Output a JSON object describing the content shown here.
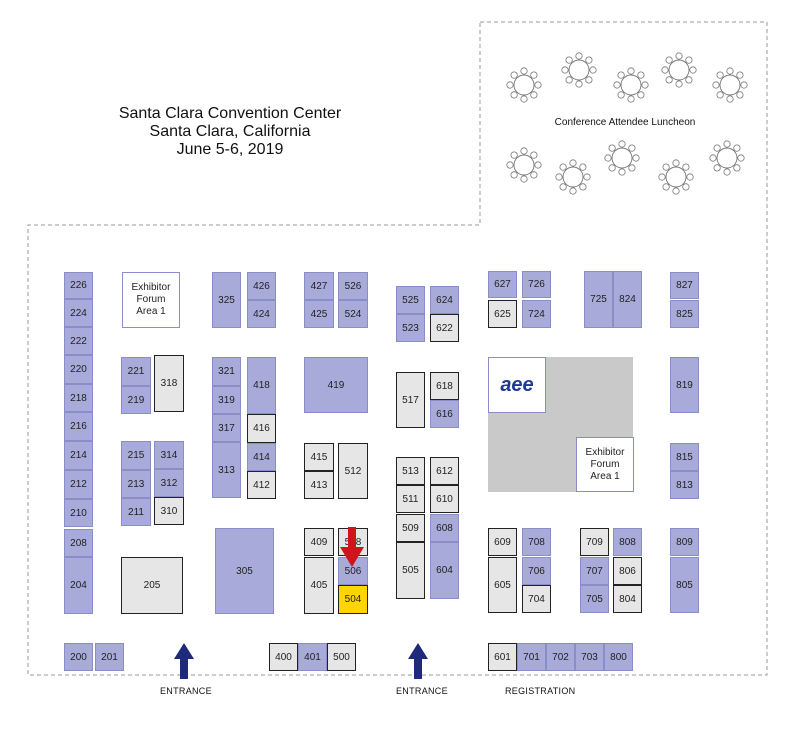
{
  "title": {
    "line1": "Santa Clara Convention Center",
    "line2": "Santa Clara, California",
    "line3": "June 5-6, 2019"
  },
  "labels": {
    "luncheon": "Conference Attendee Luncheon",
    "entrance_left": "ENTRANCE",
    "entrance_right": "ENTRANCE",
    "registration": "REGISTRATION",
    "forum1": "Exhibitor\nForum\nArea 1",
    "forum2": "Exhibitor\nForum\nArea 1",
    "logo": "aee"
  },
  "colors": {
    "booth_purple": "#a8abda",
    "booth_gray": "#e6e6e6",
    "highlight_yellow": "#ffd400",
    "arrow_navy": "#1f2a7a",
    "marker_red": "#d0141b"
  },
  "booths": [
    {
      "id": "226",
      "style": "purple"
    },
    {
      "id": "224",
      "style": "purple"
    },
    {
      "id": "222",
      "style": "purple"
    },
    {
      "id": "220",
      "style": "purple"
    },
    {
      "id": "218",
      "style": "purple"
    },
    {
      "id": "216",
      "style": "purple"
    },
    {
      "id": "214",
      "style": "purple"
    },
    {
      "id": "212",
      "style": "purple"
    },
    {
      "id": "210",
      "style": "purple"
    },
    {
      "id": "208",
      "style": "purple"
    },
    {
      "id": "204",
      "style": "purple"
    },
    {
      "id": "221",
      "style": "purple"
    },
    {
      "id": "219",
      "style": "purple"
    },
    {
      "id": "318",
      "style": "gray"
    },
    {
      "id": "215",
      "style": "purple"
    },
    {
      "id": "213",
      "style": "purple"
    },
    {
      "id": "211",
      "style": "purple"
    },
    {
      "id": "314",
      "style": "purple"
    },
    {
      "id": "312",
      "style": "purple"
    },
    {
      "id": "310",
      "style": "gray"
    },
    {
      "id": "205",
      "style": "gray"
    },
    {
      "id": "325",
      "style": "purple"
    },
    {
      "id": "426",
      "style": "purple"
    },
    {
      "id": "424",
      "style": "purple"
    },
    {
      "id": "321",
      "style": "purple"
    },
    {
      "id": "319",
      "style": "purple"
    },
    {
      "id": "317",
      "style": "purple"
    },
    {
      "id": "313",
      "style": "purple"
    },
    {
      "id": "418",
      "style": "purple"
    },
    {
      "id": "416",
      "style": "gray"
    },
    {
      "id": "414",
      "style": "purple"
    },
    {
      "id": "412",
      "style": "gray"
    },
    {
      "id": "305",
      "style": "purple"
    },
    {
      "id": "427",
      "style": "purple"
    },
    {
      "id": "526",
      "style": "purple"
    },
    {
      "id": "425",
      "style": "purple"
    },
    {
      "id": "524",
      "style": "purple"
    },
    {
      "id": "419",
      "style": "purple"
    },
    {
      "id": "415",
      "style": "gray"
    },
    {
      "id": "413",
      "style": "gray"
    },
    {
      "id": "512",
      "style": "gray"
    },
    {
      "id": "409",
      "style": "gray"
    },
    {
      "id": "508",
      "style": "gray"
    },
    {
      "id": "405",
      "style": "gray"
    },
    {
      "id": "506",
      "style": "purple"
    },
    {
      "id": "504",
      "style": "yellow"
    },
    {
      "id": "525",
      "style": "purple"
    },
    {
      "id": "624",
      "style": "purple"
    },
    {
      "id": "523",
      "style": "purple"
    },
    {
      "id": "622",
      "style": "gray"
    },
    {
      "id": "517",
      "style": "gray"
    },
    {
      "id": "618",
      "style": "gray"
    },
    {
      "id": "616",
      "style": "purple"
    },
    {
      "id": "513",
      "style": "gray"
    },
    {
      "id": "612",
      "style": "gray"
    },
    {
      "id": "511",
      "style": "gray"
    },
    {
      "id": "610",
      "style": "gray"
    },
    {
      "id": "509",
      "style": "gray"
    },
    {
      "id": "608",
      "style": "purple"
    },
    {
      "id": "505",
      "style": "gray"
    },
    {
      "id": "604",
      "style": "purple"
    },
    {
      "id": "627",
      "style": "purple"
    },
    {
      "id": "726",
      "style": "purple"
    },
    {
      "id": "625",
      "style": "gray"
    },
    {
      "id": "724",
      "style": "purple"
    },
    {
      "id": "725",
      "style": "purple"
    },
    {
      "id": "824",
      "style": "purple"
    },
    {
      "id": "827",
      "style": "purple"
    },
    {
      "id": "825",
      "style": "purple"
    },
    {
      "id": "819",
      "style": "purple"
    },
    {
      "id": "815",
      "style": "purple"
    },
    {
      "id": "813",
      "style": "purple"
    },
    {
      "id": "609",
      "style": "gray"
    },
    {
      "id": "708",
      "style": "purple"
    },
    {
      "id": "605",
      "style": "gray"
    },
    {
      "id": "706",
      "style": "purple"
    },
    {
      "id": "704",
      "style": "gray"
    },
    {
      "id": "709",
      "style": "gray"
    },
    {
      "id": "808",
      "style": "purple"
    },
    {
      "id": "707",
      "style": "purple"
    },
    {
      "id": "806",
      "style": "gray"
    },
    {
      "id": "705",
      "style": "purple"
    },
    {
      "id": "804",
      "style": "gray"
    },
    {
      "id": "809",
      "style": "purple"
    },
    {
      "id": "805",
      "style": "purple"
    },
    {
      "id": "200",
      "style": "purple"
    },
    {
      "id": "201",
      "style": "purple"
    },
    {
      "id": "400",
      "style": "gray"
    },
    {
      "id": "401",
      "style": "purple"
    },
    {
      "id": "500",
      "style": "gray"
    },
    {
      "id": "601",
      "style": "gray"
    },
    {
      "id": "701",
      "style": "purple"
    },
    {
      "id": "702",
      "style": "purple"
    },
    {
      "id": "703",
      "style": "purple"
    },
    {
      "id": "800",
      "style": "purple"
    }
  ]
}
